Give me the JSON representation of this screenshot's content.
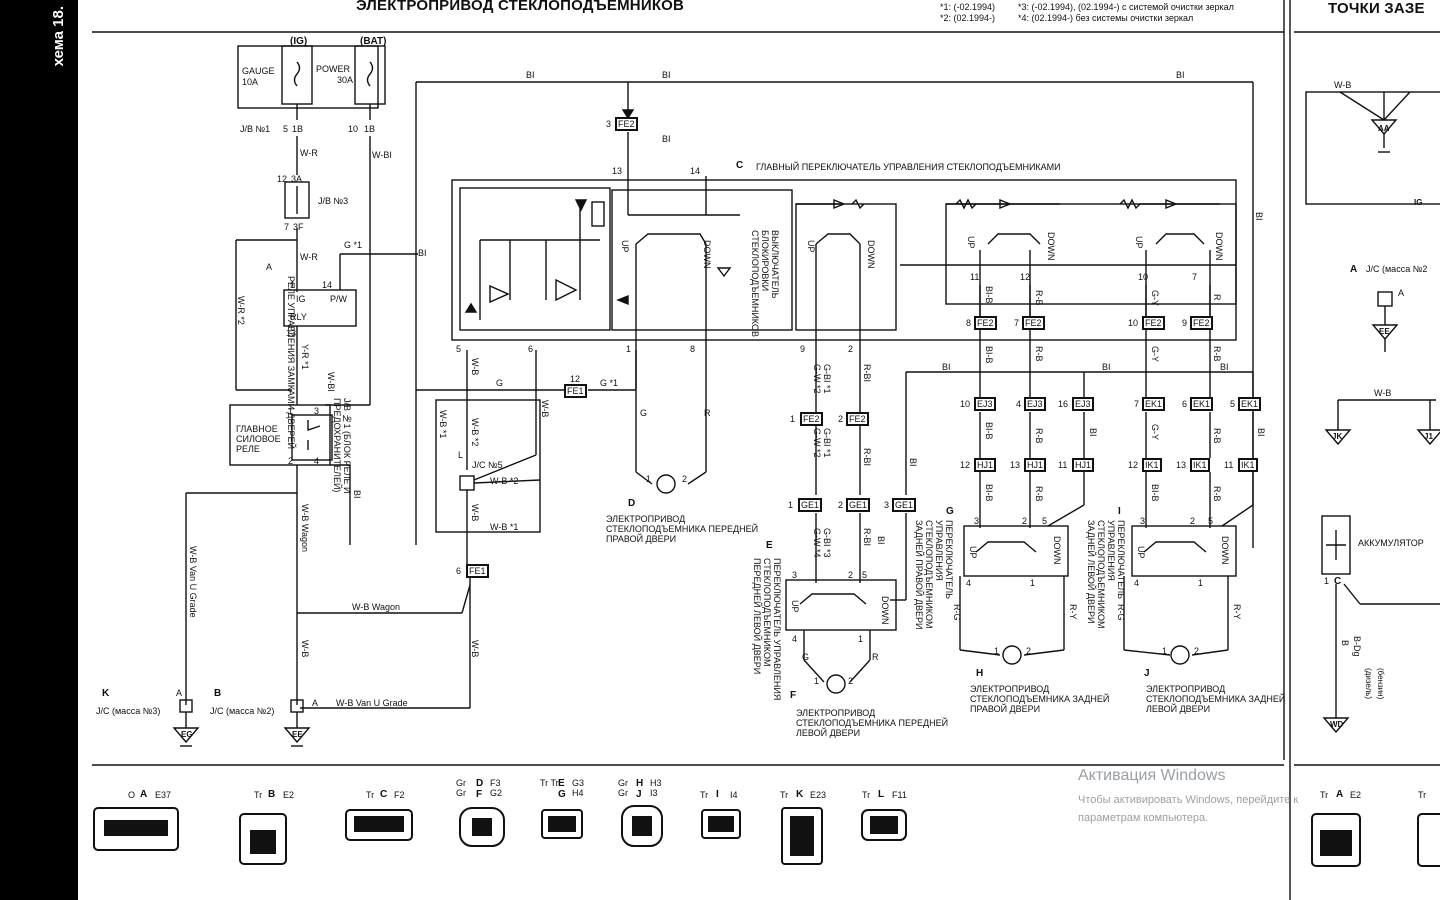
{
  "sidebar": {
    "text": "хема 18."
  },
  "header": {
    "title": "ЭЛЕКТРОПРИВОД СТЕКЛОПОДЪЕМНИКОВ",
    "notes": [
      "*1: (-02.1994)",
      "*2: (02.1994-)",
      "*3: (-02.1994), (02.1994-) с системой очистки зеркал",
      "*4: (02.1994-) без системы очистки зеркал"
    ],
    "right_title": "ТОЧКИ ЗАЗЕ"
  },
  "fuses": {
    "ig_label": "(IG)",
    "bat_label": "(BAT)",
    "gauge": "GAUGE",
    "gauge_amp": "10A",
    "power": "POWER",
    "power_amp": "30A",
    "jb1": "J/B №1",
    "jb1_pin5": "5",
    "jb1_c5": "1B",
    "jb1_pin10": "10",
    "jb1_c10": "1B",
    "jb3": "J/B №3",
    "jb3_pin12": "12",
    "jb3_c12": "3A",
    "jb3_pin7": "7",
    "jb3_c7": "3F"
  },
  "relay_ctrl": {
    "label": "РЕЛЕ УПРАВЛЕНИЯ ЗАМКАМИ ДВЕРЕЙ",
    "marker": "A",
    "ig": "IG",
    "pw": "P/W",
    "rly": "RLY",
    "pin1": "1",
    "pin14": "14",
    "pin13": "13"
  },
  "main_relay": {
    "label": "ГЛАВНОЕ СИЛОВОЕ РЕЛЕ",
    "pins": [
      "1",
      "3",
      "2",
      "4"
    ],
    "jb_note": "J/B №1 (БЛОК РЕЛЕ И ПРЕДОХРАНИТЕЛЕЙ)"
  },
  "wires": {
    "bl": "BI",
    "wr": "W-R",
    "wbl": "W-BI",
    "g1": "G *1",
    "wr2": "W-R *2",
    "yr1": "Y-R *1",
    "wb": "W-B",
    "g": "G",
    "r": "R",
    "wb_wagon": "W-B Wagon",
    "wb_vanu": "W-B Van U Grade",
    "wb2": "W-B *2",
    "wb1": "W-B *1",
    "gbl1": "G-BI *1",
    "gw2": "G-W *2",
    "gbl3": "G-BI *3",
    "gw4": "G-W *4",
    "rbl": "R-BI",
    "blb": "BI-B",
    "rb": "R-B",
    "gy": "G-Y",
    "rg": "R-G",
    "ry": "R-Y",
    "bdg": "B-Dg",
    "b": "B",
    "diesel": "(дизель)",
    "petrol": "(бензин)"
  },
  "main_switch": {
    "marker": "C",
    "label": "ГЛАВНЫЙ ПЕРЕКЛЮЧАТЕЛЬ УПРАВЛЕНИЯ СТЕКЛОПОДЪЕМНИКАМИ",
    "lock_label": "ВЫКЛЮЧАТЕЛЬ БЛОКИРОВКИ СТЕКЛОПОДЪЕМНИКОВ",
    "up": "UP",
    "down": "DOWN",
    "pins_top": [
      "13",
      "14"
    ],
    "pins_bottom": [
      "5",
      "6",
      "1",
      "8",
      "9",
      "2",
      "11",
      "12",
      "10",
      "7"
    ]
  },
  "connectors": {
    "fe2_3": "3",
    "fe2": "FE2",
    "fe1_12": "12",
    "fe1": "FE1",
    "jc5": "J/C №5",
    "jc5_marker": "L",
    "fe1_6": "6",
    "fe2_1": "1",
    "fe2_2": "2",
    "ge1_1": "1",
    "ge1_2": "2",
    "ge1_3": "3",
    "ge1": "GE1",
    "fe2_8": "8",
    "fe2_7": "7",
    "fe2_10": "10",
    "fe2_9": "9",
    "ej3_10": "10",
    "ej3_4": "4",
    "ej3_16": "16",
    "ej3": "EJ3",
    "ek1_7": "7",
    "ek1_6": "6",
    "ek1_5": "5",
    "ek1": "EK1",
    "hj1_12": "12",
    "hj1_13": "13",
    "hj1_11": "11",
    "hj1": "HJ1",
    "ik1_12": "12",
    "ik1_13": "13",
    "ik1_11": "11",
    "ik1": "IK1"
  },
  "motors": {
    "fr": {
      "marker": "D",
      "label": "ЭЛЕКТРОПРИВОД СТЕКЛОПОДЪЕМНИКА ПЕРЕДНЕЙ ПРАВОЙ ДВЕРИ",
      "p1": "1",
      "p2": "2"
    },
    "fl": {
      "marker": "F",
      "label": "ЭЛЕКТРОПРИВОД СТЕКЛОПОДЪЕМНИКА ПЕРЕДНЕЙ ЛЕВОЙ ДВЕРИ",
      "p1": "1",
      "p2": "2"
    },
    "rr": {
      "marker": "H",
      "label": "ЭЛЕКТРОПРИВОД СТЕКЛОПОДЪЕМНИКА ЗАДНЕЙ ПРАВОЙ ДВЕРИ",
      "p1": "1",
      "p2": "2"
    },
    "rl": {
      "marker": "J",
      "label": "ЭЛЕКТРОПРИВОД СТЕКЛОПОДЪЕМНИКА ЗАДНЕЙ ЛЕВОЙ ДВЕРИ",
      "p1": "1",
      "p2": "2"
    }
  },
  "switches": {
    "fl": {
      "marker": "E",
      "label": "ПЕРЕКЛЮЧАТЕЛЬ УПРАВЛЕНИЯ СТЕКЛОПОДЪЕМНИКОМ ПЕРЕДНЕЙ ЛЕВОЙ ДВЕРИ",
      "pins": [
        "3",
        "2",
        "5",
        "4",
        "1"
      ]
    },
    "rr": {
      "marker": "G",
      "label": "ПЕРЕКЛЮЧАТЕЛЬ УПРАВЛЕНИЯ СТЕКЛОПОДЪЕМНИКОМ ЗАДНЕЙ ПРАВОЙ ДВЕРИ",
      "pins": [
        "3",
        "2",
        "5",
        "4",
        "1"
      ]
    },
    "rl": {
      "marker": "I",
      "label": "ПЕРЕКЛЮЧАТЕЛЬ УПРАВЛЕНИЯ СТЕКЛОПОДЪЕМНИКОМ ЗАДНЕЙ ЛЕВОЙ ДВЕРИ",
      "pins": [
        "3",
        "2",
        "5",
        "4",
        "1"
      ]
    }
  },
  "grounds": {
    "k": {
      "marker": "K",
      "label": "J/C (масса №3)",
      "code": "EG",
      "pin": "A"
    },
    "b": {
      "marker": "B",
      "label": "J/C (масса №2)",
      "code": "EE",
      "pin": "A"
    },
    "aa": "AA",
    "ig": "IG",
    "ee": "EE",
    "jk": "JK",
    "j1": "J1",
    "wd": "WD",
    "right_jc": "J/C (масса №2",
    "right_marker": "A",
    "battery": "АККУМУЛЯТОР",
    "batt_pin": "1",
    "batt_marker": "C"
  },
  "connector_views": [
    {
      "color": "O",
      "marker": "A",
      "code": "E37"
    },
    {
      "color": "Tr",
      "marker": "B",
      "code": "E2"
    },
    {
      "color": "Tr",
      "marker": "C",
      "code": "F2"
    },
    {
      "color": "Gr Gr",
      "marker": "D F",
      "code": "F3 G2"
    },
    {
      "color": "Tr Tr",
      "marker": "E G",
      "code": "G3 H4"
    },
    {
      "color": "Gr Gr",
      "marker": "H J",
      "code": "H3 I3"
    },
    {
      "color": "Tr",
      "marker": "I",
      "code": "I4"
    },
    {
      "color": "Tr",
      "marker": "K",
      "code": "E23"
    },
    {
      "color": "Tr",
      "marker": "L",
      "code": "F11"
    },
    {
      "color": "Tr",
      "marker": "A",
      "code": "E2"
    },
    {
      "color": "Tr",
      "marker": "",
      "code": ""
    }
  ],
  "watermark": {
    "title": "Активация Windows",
    "line1": "Чтобы активировать Windows, перейдите к",
    "line2": "параметрам компьютера."
  }
}
